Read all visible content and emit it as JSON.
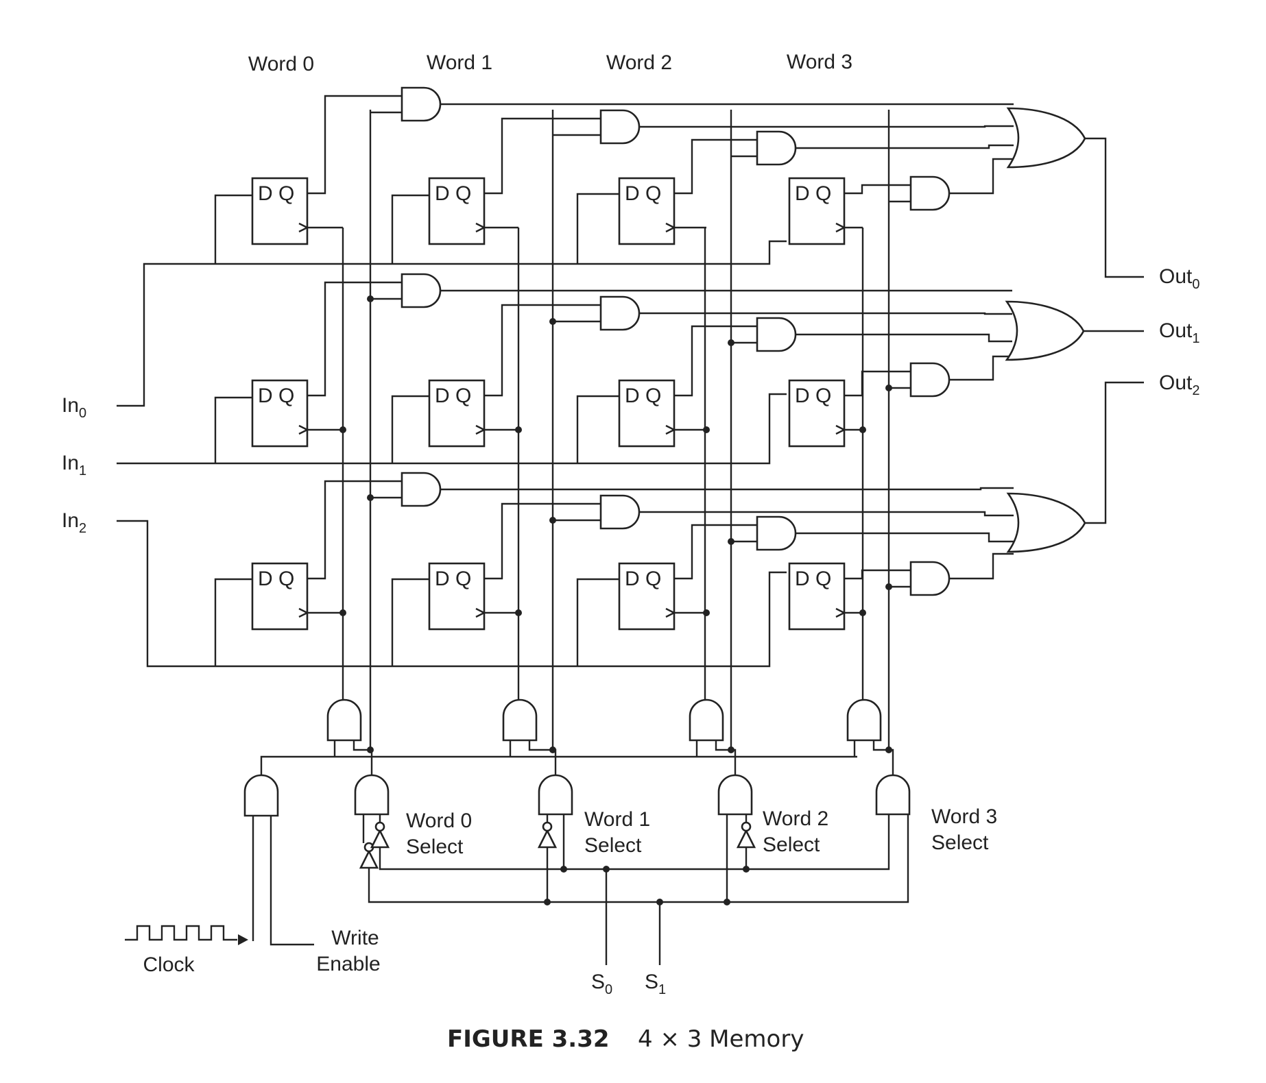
{
  "diagram": {
    "word_headers": [
      "Word 0",
      "Word 1",
      "Word 2",
      "Word 3"
    ],
    "flipflop_label": "D Q",
    "inputs": [
      {
        "base": "In",
        "sub": "0"
      },
      {
        "base": "In",
        "sub": "1"
      },
      {
        "base": "In",
        "sub": "2"
      }
    ],
    "outputs": [
      {
        "base": "Out",
        "sub": "0"
      },
      {
        "base": "Out",
        "sub": "1"
      },
      {
        "base": "Out",
        "sub": "2"
      }
    ],
    "select_labels": [
      {
        "line1": "Word 0",
        "line2": "Select"
      },
      {
        "line1": "Word 1",
        "line2": "Select"
      },
      {
        "line1": "Word 2",
        "line2": "Select"
      },
      {
        "line1": "Word 3",
        "line2": "Select"
      }
    ],
    "clock_label": "Clock",
    "write_enable": {
      "line1": "Write",
      "line2": "Enable"
    },
    "selectors": [
      {
        "base": "S",
        "sub": "0"
      },
      {
        "base": "S",
        "sub": "1"
      }
    ]
  },
  "caption": {
    "figure": "FIGURE 3.32",
    "title": "4 × 3 Memory"
  }
}
